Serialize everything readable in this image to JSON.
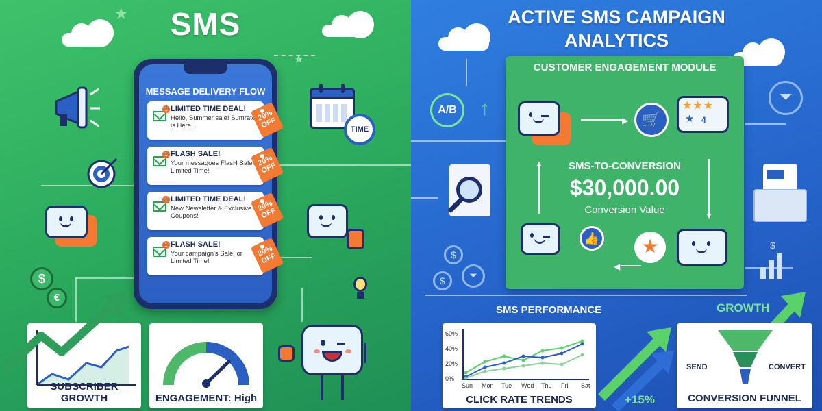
{
  "left": {
    "title": "SMS",
    "phone": {
      "heading": "MESSAGE DELIVERY FLOW",
      "messages": [
        {
          "title": "LIMITED TIME DEAL!",
          "body": "Hello, Summer sale! Sumrate is Here!",
          "badge": "1",
          "tag": "20% OFF"
        },
        {
          "title": "FLASH SALE!",
          "body": "Your messagoes FlasH Sale! Limited Time!",
          "badge": "1",
          "tag": "20% OFF"
        },
        {
          "title": "LIMITED TIME DEAL!",
          "body": "New Newsletter & Exclusive Coupons!",
          "badge": "1",
          "tag": "20% OFF"
        },
        {
          "title": "FLASH SALE!",
          "body": "Your campaign's Sale! or Limited Time!",
          "badge": "1",
          "tag": "20% OFF"
        }
      ]
    },
    "calendar_label": "TIME",
    "cards": {
      "subscriber_growth": "SUBSCRIBER GROWTH",
      "engagement": "ENGAGEMENT: High"
    }
  },
  "right": {
    "title": "ACTIVE SMS CAMPAIGN ANALYTICS",
    "ab_label": "A/B",
    "module": {
      "title": "CUSTOMER ENGAGEMENT MODULE",
      "conversion_heading": "SMS-TO-CONVERSION",
      "conversion_value": "$30,000.00",
      "conversion_caption": "Conversion Value",
      "rating_badge": "4"
    },
    "performance_label": "SMS PERFORMANCE",
    "growth_label": "GROWTH",
    "click_chart": {
      "title": "CLICK RATE TRENDS",
      "y_ticks": [
        "60%",
        "40%",
        "20%",
        "0%"
      ],
      "x_ticks": [
        "Sun",
        "Mon",
        "Tue",
        "Wed",
        "Thu",
        "Fri",
        "Sat"
      ]
    },
    "growth_pct": "+15%",
    "funnel": {
      "send_label": "SEND",
      "convert_label": "CONVERT",
      "title": "CONVERSION FUNNEL"
    }
  },
  "colors": {
    "green": "#3dc26b",
    "blue": "#2f7fe0",
    "navy": "#1d2f6b",
    "orange": "#f37a32",
    "accent_green": "#5ad16a"
  }
}
